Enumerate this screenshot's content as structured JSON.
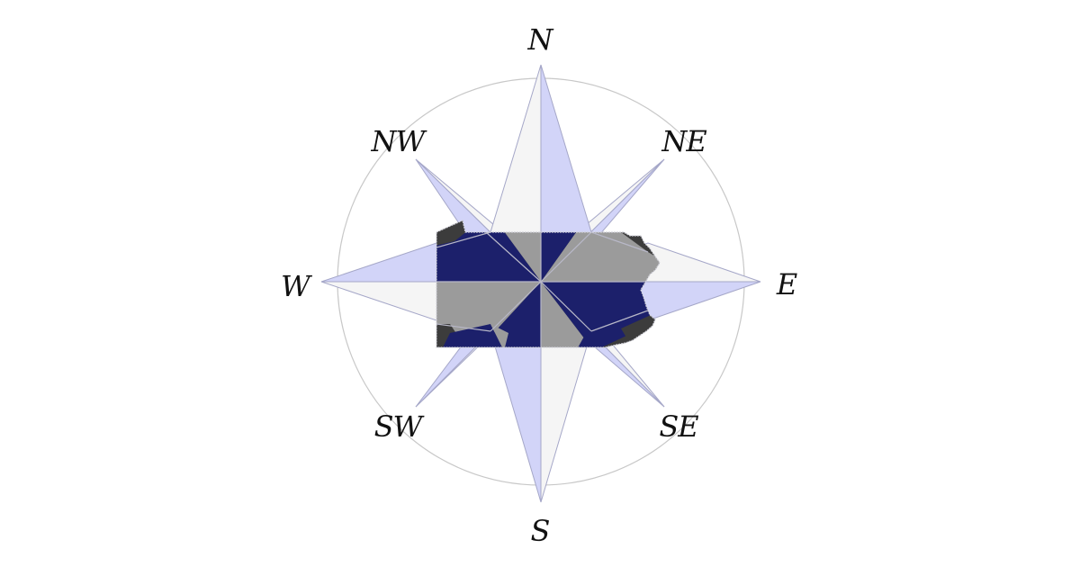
{
  "illustration": {
    "subject": "Compass rose over Pennsylvania state outline",
    "labels": {
      "n": "N",
      "ne": "NE",
      "e": "E",
      "se": "SE",
      "s": "S",
      "sw": "SW",
      "w": "W",
      "nw": "NW"
    },
    "colors": {
      "background": "#ffffff",
      "ring": "#c8c8c8",
      "point_light": "#f5f5f5",
      "point_lavender": "#d2d4f8",
      "point_stroke": "#a5a7c8",
      "state_navy": "#1c206b",
      "state_gray": "#9b9b9b",
      "state_dark": "#3c3c3c",
      "state_edge": "#b8b8c8",
      "label": "#111111"
    }
  }
}
